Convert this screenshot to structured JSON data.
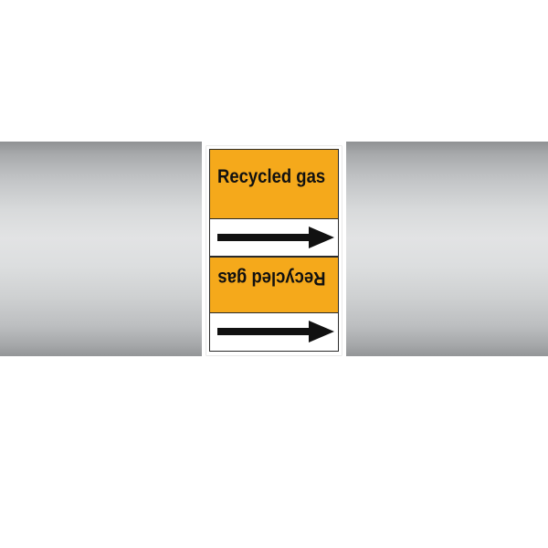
{
  "label": {
    "text_upright": "Recycled gas",
    "text_inverted": "Recycled gas",
    "band_color": "#f5a91b",
    "pipe_color": "#c8cacc",
    "arrow_icon": "right-arrow-icon",
    "flow_direction": "right"
  }
}
